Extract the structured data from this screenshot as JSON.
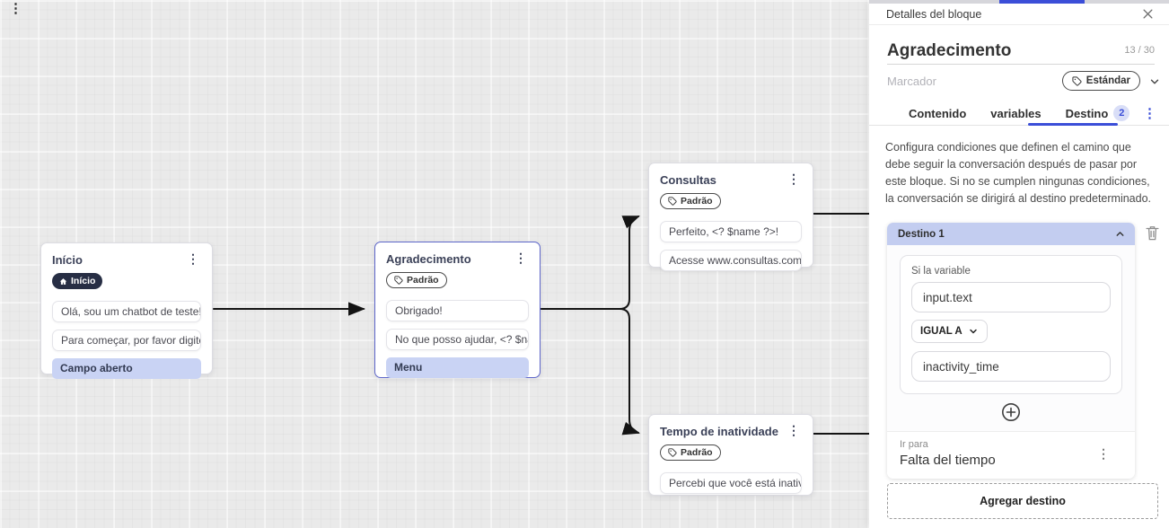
{
  "colors": {
    "accent": "#3b4ed8",
    "periwinkle": "#c9d3f4",
    "dest_header": "#c3cdf0",
    "dark_badge": "#272e44"
  },
  "canvas": {
    "nodes": [
      {
        "title": "Início",
        "badge": "Início",
        "rows": [
          "Olá, sou um chatbot de teste!",
          "Para começar, por favor digite o ...",
          "Campo aberto"
        ]
      },
      {
        "title": "Agradecimento",
        "badge": "Padrão",
        "rows": [
          "Obrigado!",
          "No que posso ajudar, <? $name ...",
          "Menu"
        ]
      },
      {
        "title": "Consultas",
        "badge": "Padrão",
        "rows": [
          "Perfeito, <? $name ?>!",
          "Acesse www.consultas.com par..."
        ]
      },
      {
        "title": "Tempo de inatividade",
        "badge": "Padrão",
        "rows": [
          "Percebi que você está inativo. C..."
        ]
      }
    ]
  },
  "panel": {
    "title": "Detalles del bloque",
    "block_name": "Agradecimento",
    "char_counter": "13 / 30",
    "marker_placeholder": "Marcador",
    "marker_value": "Estándar",
    "tabs": {
      "contenido": "Contenido",
      "variables": "variables",
      "destino": "Destino",
      "destino_badge": "2"
    },
    "description": "Configura condiciones que definen el camino que debe seguir la conversación después de pasar por este bloque. Si no se cumplen ningunas condiciones, la conversación se dirigirá al destino predeterminado.",
    "destino1": {
      "header": "Destino 1",
      "if_label": "Si la variable",
      "variable": "input.text",
      "operator": "IGUAL A",
      "value": "inactivity_time",
      "goto_label": "Ir para",
      "goto_value": "Falta del tiempo"
    },
    "add_button": "Agregar destino"
  }
}
